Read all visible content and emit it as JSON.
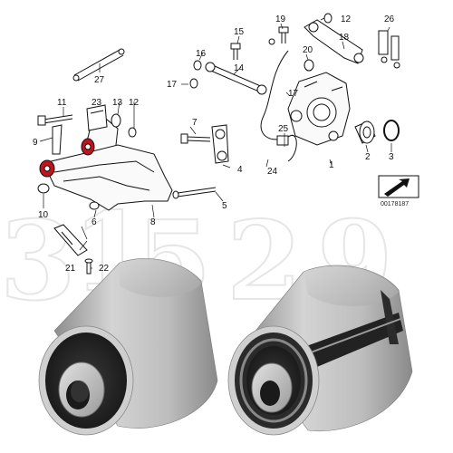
{
  "diagram": {
    "callouts": {
      "c1": "1",
      "c2": "2",
      "c3": "3",
      "c4": "4",
      "c5": "5",
      "c6": "6",
      "c7": "7",
      "c8": "8",
      "c9": "9",
      "c10": "10",
      "c11": "11",
      "c12a": "12",
      "c12b": "12",
      "c13": "13",
      "c14": "14",
      "c15": "15",
      "c16": "16",
      "c17a": "17",
      "c17b": "17",
      "c18": "18",
      "c19": "19",
      "c20": "20",
      "c21": "21",
      "c22": "22",
      "c23": "23",
      "c24": "24",
      "c25": "25",
      "c26": "26",
      "c27": "27"
    },
    "catalog_number": "00178187",
    "highlight_color": "#c0141c",
    "line_color": "#111111"
  },
  "photo": {
    "metal_color": "#c9c9c9",
    "rubber_color": "#2b2b2b"
  }
}
